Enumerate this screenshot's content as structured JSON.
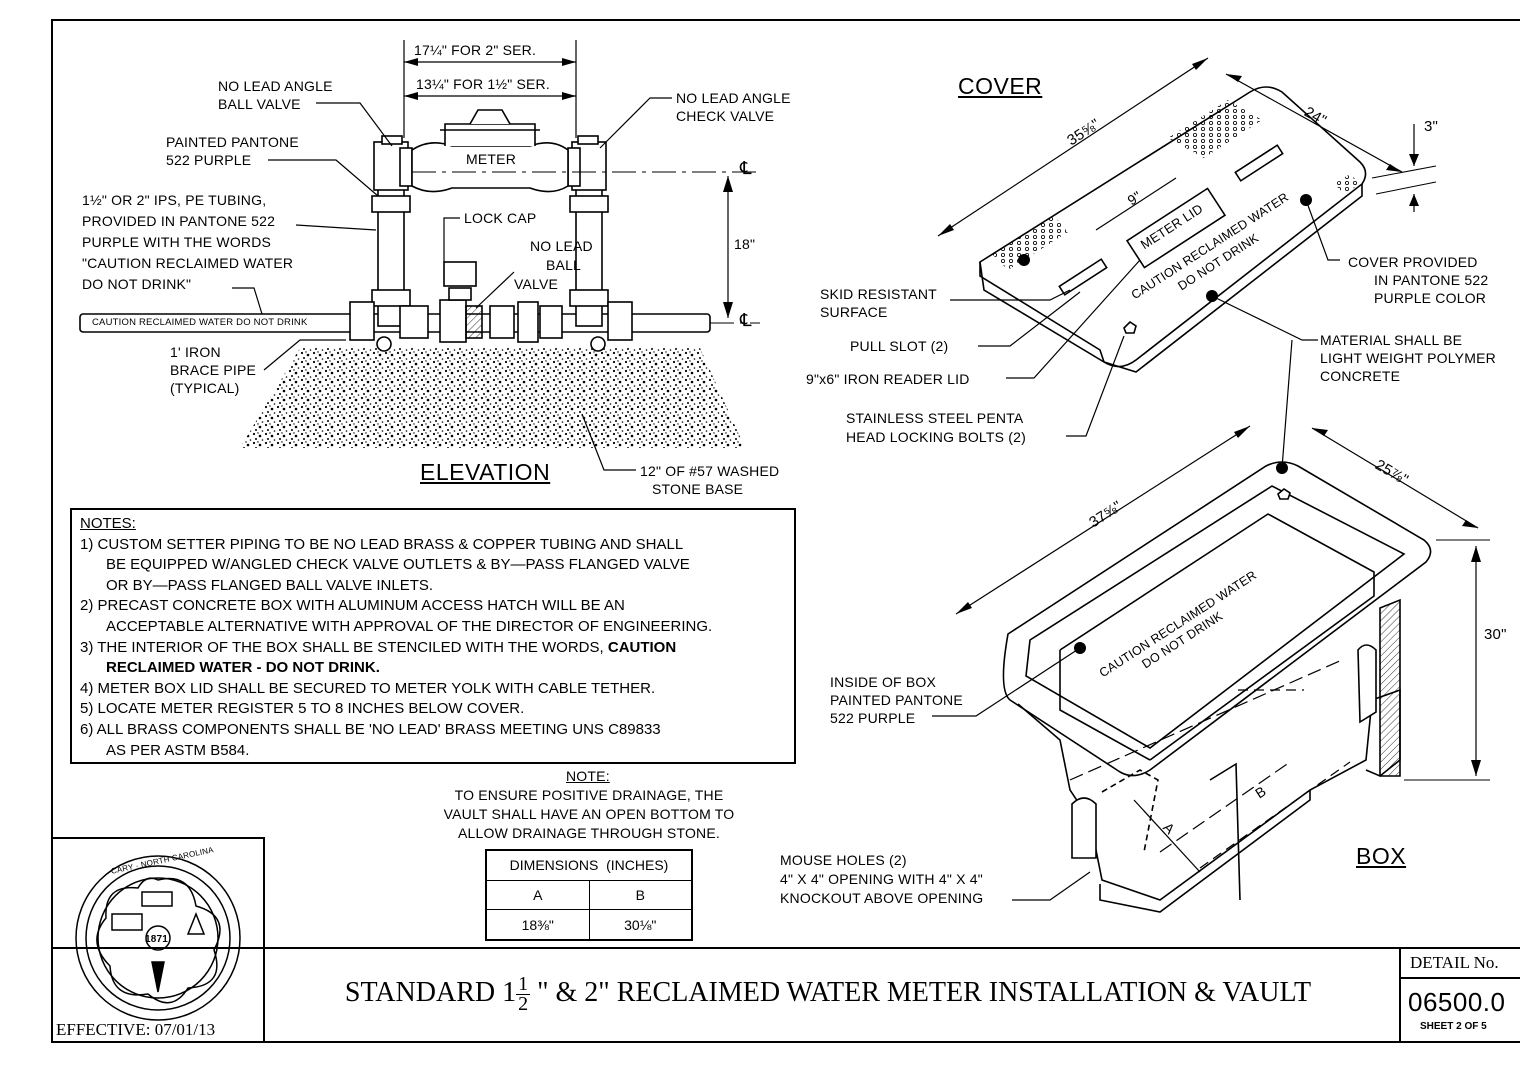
{
  "elevation": {
    "heading": "ELEVATION",
    "dim_2ser": "17¼\" FOR 2\" SER.",
    "dim_15ser": "13¼\" FOR 1½\" SER.",
    "dim_18": "18\"",
    "ball_valve_1": "NO LEAD ANGLE",
    "ball_valve_2": "BALL VALVE",
    "check_valve_1": "NO LEAD ANGLE",
    "check_valve_2": "CHECK VALVE",
    "painted_1": "PAINTED PANTONE",
    "painted_2": "522 PURPLE",
    "meter": "METER",
    "lock_cap": "LOCK CAP",
    "nl_ball_1": "NO LEAD",
    "nl_ball_2": "BALL",
    "nl_ball_3": "VALVE",
    "tubing_1": "1½\" OR 2\" IPS, PE TUBING,",
    "tubing_2": "PROVIDED IN PANTONE 522",
    "tubing_3": "PURPLE WITH THE WORDS",
    "tubing_4": "\"CAUTION RECLAIMED WATER",
    "tubing_5": "DO NOT DRINK\"",
    "pipe_text": "CAUTION RECLAIMED WATER DO NOT DRINK",
    "brace_1": "1' IRON",
    "brace_2": "BRACE PIPE",
    "brace_3": "(TYPICAL)",
    "stone_1": "12\" OF #57 WASHED",
    "stone_2": "STONE BASE",
    "centerline": "℄"
  },
  "cover": {
    "heading": "COVER",
    "dim_len": "35⅝\"",
    "dim_w": "24\"",
    "dim_h": "3\"",
    "dim_lid": "9\"",
    "meter_lid": "METER LID",
    "caution_1": "CAUTION RECLAIMED WATER",
    "caution_2": "DO NOT DRINK",
    "skid_1": "SKID RESISTANT",
    "skid_2": "SURFACE",
    "pull_slot": "PULL SLOT (2)",
    "reader_lid": "9\"x6\" IRON READER LID",
    "bolts_1": "STAINLESS STEEL PENTA",
    "bolts_2": "HEAD LOCKING BOLTS (2)",
    "provided_1": "COVER PROVIDED",
    "provided_2": "IN PANTONE 522",
    "provided_3": "PURPLE COLOR",
    "material_1": "MATERIAL SHALL BE",
    "material_2": "LIGHT WEIGHT POLYMER",
    "material_3": "CONCRETE"
  },
  "box": {
    "heading": "BOX",
    "dim_len": "37⅝\"",
    "dim_w": "25⅞\"",
    "dim_h": "30\"",
    "caution_1": "CAUTION RECLAIMED WATER",
    "caution_2": "DO NOT DRINK",
    "inside_1": "INSIDE OF BOX",
    "inside_2": "PAINTED PANTONE",
    "inside_3": "522 PURPLE",
    "mouse_1": "MOUSE HOLES (2)",
    "mouse_2": "4\" X 4\" OPENING WITH 4\" X 4\"",
    "mouse_3": "KNOCKOUT ABOVE OPENING",
    "dim_a": "A",
    "dim_b": "B"
  },
  "notes": {
    "heading": "NOTES:",
    "n1a": "1) CUSTOM SETTER PIPING TO BE NO LEAD BRASS & COPPER TUBING AND SHALL",
    "n1b": "BE EQUIPPED W/ANGLED CHECK VALVE OUTLETS & BY—PASS FLANGED VALVE",
    "n1c": "OR BY—PASS FLANGED BALL VALVE INLETS.",
    "n2a": "2) PRECAST CONCRETE BOX WITH ALUMINUM ACCESS HATCH WILL BE AN",
    "n2b": "ACCEPTABLE ALTERNATIVE WITH APPROVAL OF THE DIRECTOR OF ENGINEERING.",
    "n3a": "3) THE INTERIOR OF THE BOX SHALL BE STENCILED WITH THE WORDS, ",
    "n3a_bold": "CAUTION",
    "n3b_bold": "RECLAIMED WATER - DO NOT DRINK.",
    "n4": "4) METER BOX LID SHALL BE SECURED TO METER YOLK WITH CABLE TETHER.",
    "n5": "5) LOCATE METER REGISTER 5 TO 8 INCHES BELOW COVER.",
    "n6a": "6) ALL BRASS COMPONENTS SHALL BE 'NO LEAD' BRASS MEETING UNS C89833",
    "n6b": "AS PER ASTM B584."
  },
  "note2": {
    "heading": "NOTE:",
    "l1": "TO ENSURE POSITIVE DRAINAGE, THE",
    "l2": "VAULT SHALL HAVE AN OPEN BOTTOM TO",
    "l3": "ALLOW DRAINAGE THROUGH STONE."
  },
  "dims_table": {
    "header": "DIMENSIONS  (INCHES)",
    "col_a": "A",
    "col_b": "B",
    "val_a": "18⅜\"",
    "val_b": "30⅛\""
  },
  "seal": {
    "ring_text": "CARY · NORTH CAROLINA",
    "year": "1871"
  },
  "title_block": {
    "title_pre": "STANDARD 1",
    "frac_num": "1",
    "frac_den": "2",
    "title_post": " \" & 2\" RECLAIMED WATER METER INSTALLATION & VAULT",
    "effective": "EFFECTIVE: 07/01/13",
    "detail_label": "DETAIL No.",
    "detail_number": "06500.0",
    "sheet": "SHEET 2 OF 5"
  }
}
